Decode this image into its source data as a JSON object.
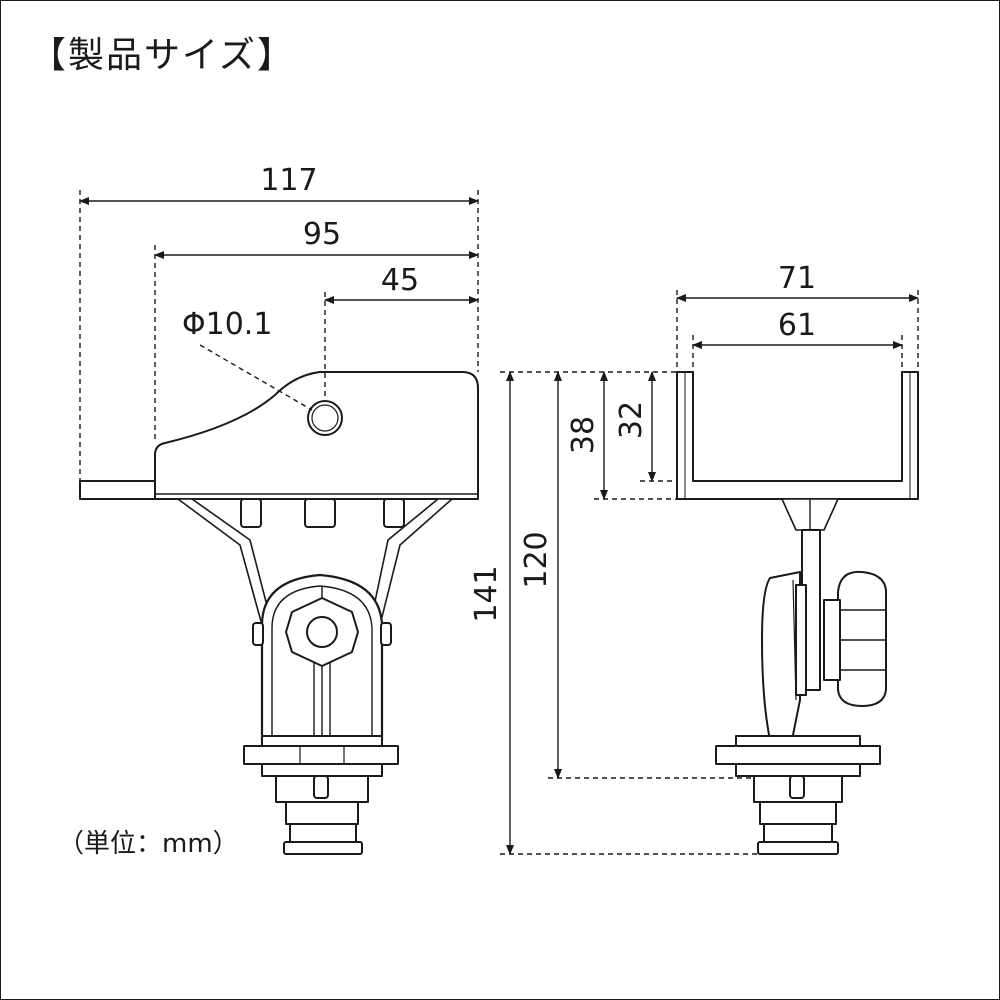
{
  "title": "【製品サイズ】",
  "unit_note": "（単位：mm）",
  "dimensions": {
    "overall_width": "117",
    "base_width": "95",
    "hole_offset": "45",
    "hole_diameter": "Φ10.1",
    "holder_outer_width": "71",
    "holder_inner_width": "61",
    "holder_outer_depth": "38",
    "holder_inner_depth": "32",
    "overall_height": "141",
    "height_to_base": "120"
  },
  "colors": {
    "line": "#1a1a1a",
    "fill": "#ffffff"
  }
}
